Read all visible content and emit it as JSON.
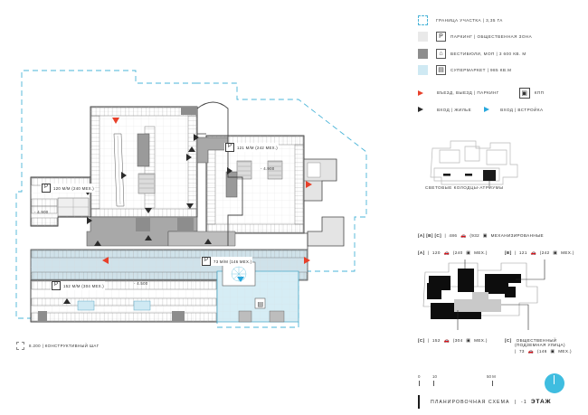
{
  "legend": {
    "items": [
      {
        "swatch": "dashed-cyan",
        "icon": null,
        "text": "ГРАНИЦА УЧАСТКА  |  3,35 ГА"
      },
      {
        "swatch": "light-gray",
        "icon": "P",
        "text": "ПАРКИНГ  |  ОБЩЕСТВЕННАЯ ЗОНА"
      },
      {
        "swatch": "dark-gray",
        "icon": "⌂",
        "text": "ВЕСТИБЮЛИ, МОП  |  3 600 КВ. М"
      },
      {
        "swatch": "cyan",
        "icon": "▤",
        "text": "СУПЕРМАРКЕТ  |  985 КВ.М"
      }
    ],
    "arrows": [
      {
        "color": "#e8402a",
        "text": "ВЪЕЗД, ВЫЕЗД  |  ПАРКИНГ"
      },
      {
        "color": "#2b2b2b",
        "text": "ВХОД  |  ЖИЛЬЕ"
      },
      {
        "color": "#29a8dd",
        "text": "ВХОД  |  ВСТРОЙКА"
      }
    ],
    "kpp_label": "КПП",
    "kpp_icon": "▣"
  },
  "atrium": {
    "caption": "СВЕТОВЫЕ КОЛОДЦЫ-АТРИУМЫ"
  },
  "key_diagram": {
    "total": {
      "sections": "[A] [B] [C]",
      "cars": "486",
      "mech": "(932",
      "mech_suffix": "МЕХАНИЗИРОВАННЫЕ"
    },
    "a": {
      "tag": "[A]",
      "cars": "120",
      "mech": "(240",
      "mech_word": "МЕХ.)"
    },
    "b": {
      "tag": "[B]",
      "cars": "121",
      "mech": "(242",
      "mech_word": "МЕХ.)"
    },
    "c": {
      "tag": "[C]",
      "cars": "152",
      "mech": "(304",
      "mech_word": "МЕХ.)"
    },
    "public": {
      "tag": "[C]",
      "line1": "ОБЩЕСТВЕННЫЙ",
      "line2": "(ПОДЗЕМНАЯ УЛИЦА)",
      "cars": "73",
      "mech": "(146",
      "mech_word": "МЕХ.)"
    }
  },
  "scale": {
    "ticks": [
      "0",
      "10",
      "50 М"
    ]
  },
  "title": {
    "prefix": "ПЛАНИРОВОЧНАЯ  СХЕМА",
    "divider": "|",
    "floor_num": "-1",
    "floor_word": "ЭТАЖ"
  },
  "plan": {
    "grid_note": "8.200  |  КОНСТРУКТИВНЫЙ ШАГ",
    "parkings": [
      {
        "id": "p-a",
        "icon": "P",
        "text": "120 М/М (240 МЕХ.)",
        "elev": "- 4.900"
      },
      {
        "id": "p-b",
        "icon": "P",
        "text": "121 М/М (242 МЕХ.)",
        "elev": "- 4.900"
      },
      {
        "id": "p-street",
        "icon": "P",
        "text": "73 М/М (146 МЕХ.)",
        "elev": ""
      },
      {
        "id": "p-c",
        "icon": "P",
        "text": "152 М/М (304 МЕХ.)",
        "elev": "- 4.500"
      }
    ]
  },
  "colors": {
    "accent_cyan": "#4ab4d8",
    "entry_red": "#e8402a",
    "entry_blue": "#29a8dd",
    "fill_light": "#e9e9e9",
    "fill_dark": "#8d8d8d",
    "fill_super": "#cfe9f3"
  }
}
